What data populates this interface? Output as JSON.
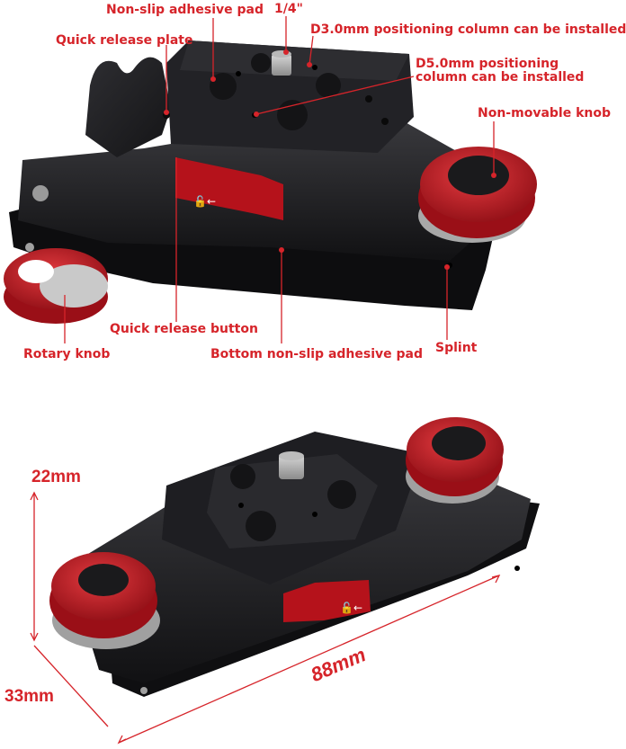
{
  "labels": {
    "non_slip_pad": "Non-slip adhesive pad",
    "quarter_inch": "1/4\"",
    "d30_column": "D3.0mm positioning column can be installed",
    "quick_release_plate": "Quick release plate",
    "d50_line1": "D5.0mm positioning",
    "d50_line2": "column can be installed",
    "non_movable_knob": "Non-movable knob",
    "quick_release_button": "Quick release button",
    "rotary_knob": "Rotary knob",
    "bottom_pad": "Bottom non-slip adhesive pad",
    "splint": "Splint"
  },
  "dimensions": {
    "height": "22mm",
    "depth": "33mm",
    "length": "88mm"
  },
  "colors": {
    "accent": "#d6242a",
    "body": "#1a1a1c",
    "knob_red": "#b5121b"
  }
}
